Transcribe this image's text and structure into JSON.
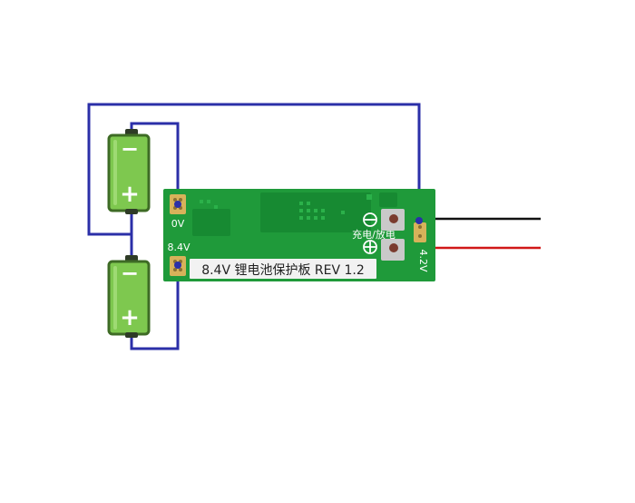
{
  "colors": {
    "board": "#1f9a3a",
    "board_dark": "#178a32",
    "board_trace": "#2bb14a",
    "board_silk": "#ffffff",
    "label_bg": "#f2f2f2",
    "label_text": "#222222",
    "wire_blue": "#2b2fa8",
    "wire_black": "#111111",
    "wire_red": "#d11818",
    "battery_body": "#7ec84f",
    "battery_dark": "#3e6b25",
    "battery_cap": "#2e3b26",
    "pad_gold": "#d7b25a",
    "pad_silver": "#c9c9c9",
    "terminal": "#7a3b2e"
  },
  "board": {
    "label_text": "8.4V 锂电池保护板 REV 1.2",
    "pad_0v": "0V",
    "pad_8v4": "8.4V",
    "charge_discharge": "充电/放电",
    "voltage_4v2": "4.2V",
    "minus_symbol": "−",
    "plus_symbol": "+"
  },
  "batteries": {
    "top": {
      "minus": "−",
      "plus": "+"
    },
    "bottom": {
      "minus": "−",
      "plus": "+"
    }
  }
}
